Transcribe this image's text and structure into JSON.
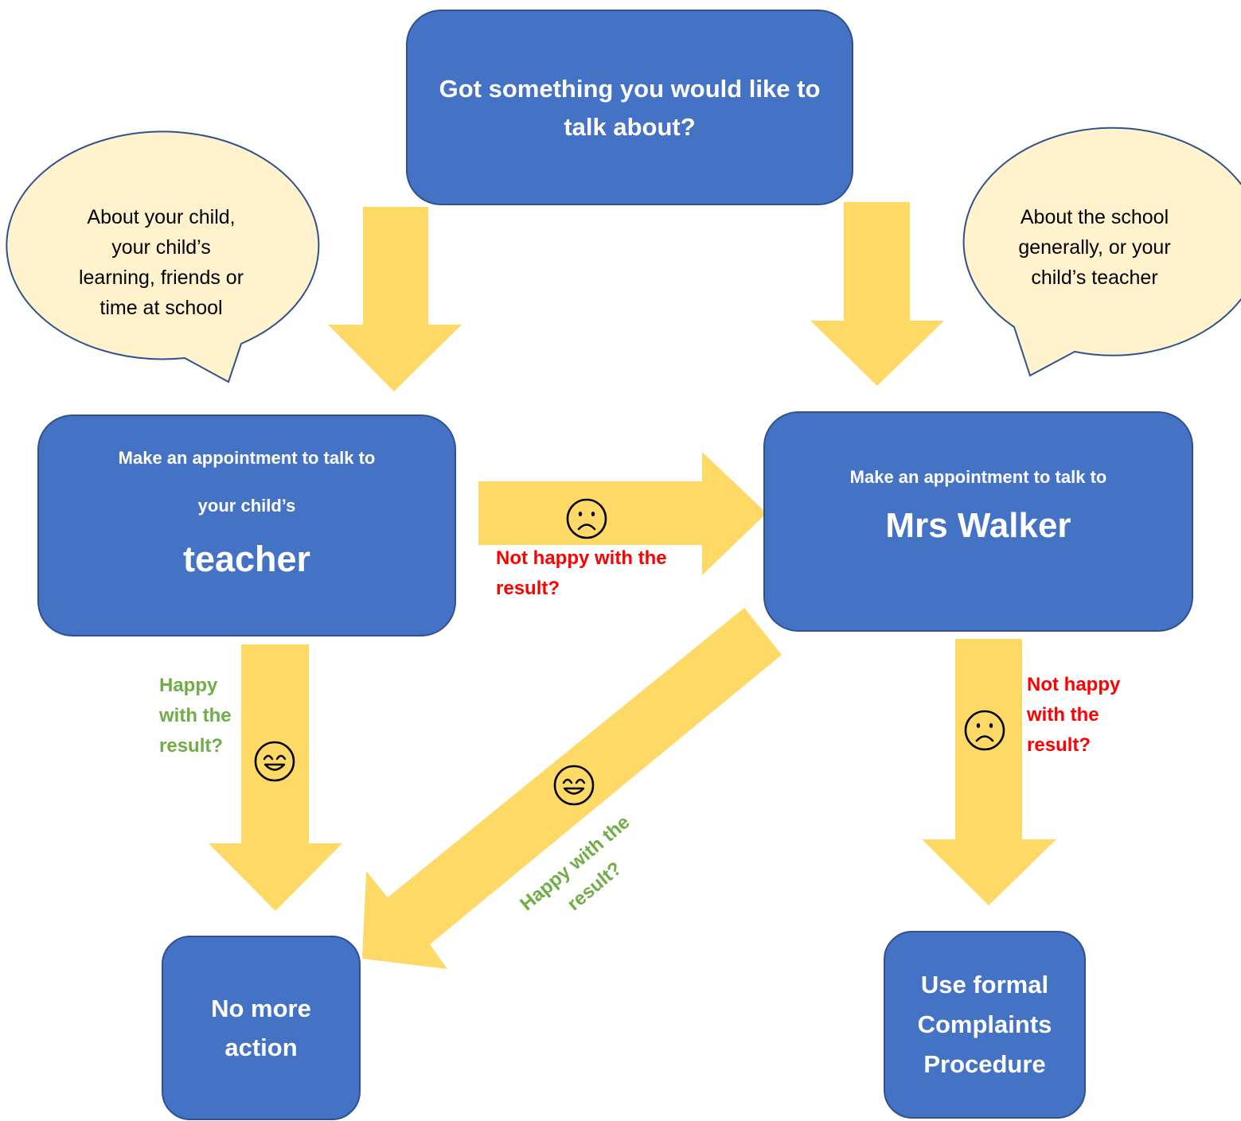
{
  "colors": {
    "box_fill": "#4472C4",
    "box_border": "#2F528F",
    "arrow": "#FFD966",
    "bubble_fill": "#FFF2CC",
    "not_happy": "#FF0000",
    "happy": "#70AD47"
  },
  "top_box": {
    "text": "Got something you would like to talk about?"
  },
  "bubble_left": {
    "lines": [
      "About your child,",
      "your child’s",
      "learning, friends or",
      "time at school"
    ]
  },
  "bubble_right": {
    "lines": [
      "About the school",
      "generally, or your",
      "child’s teacher"
    ]
  },
  "teacher_box": {
    "line1": "Make an appointment to talk to",
    "line2": "your child’s",
    "name": "teacher"
  },
  "walker_box": {
    "line1": "Make an appointment to talk to",
    "name": "Mrs Walker"
  },
  "no_action_box": {
    "text": "No more action"
  },
  "complaints_box": {
    "text": "Use formal Complaints Procedure"
  },
  "labels": {
    "not_happy_middle": "Not happy with the result?",
    "happy_left": "Happy with the result?",
    "not_happy_right": "Not happy with the result?",
    "happy_diagonal": "Happy with the result?"
  },
  "icons": {
    "sad": "sad-face-icon",
    "happy": "smiling-face-icon"
  }
}
